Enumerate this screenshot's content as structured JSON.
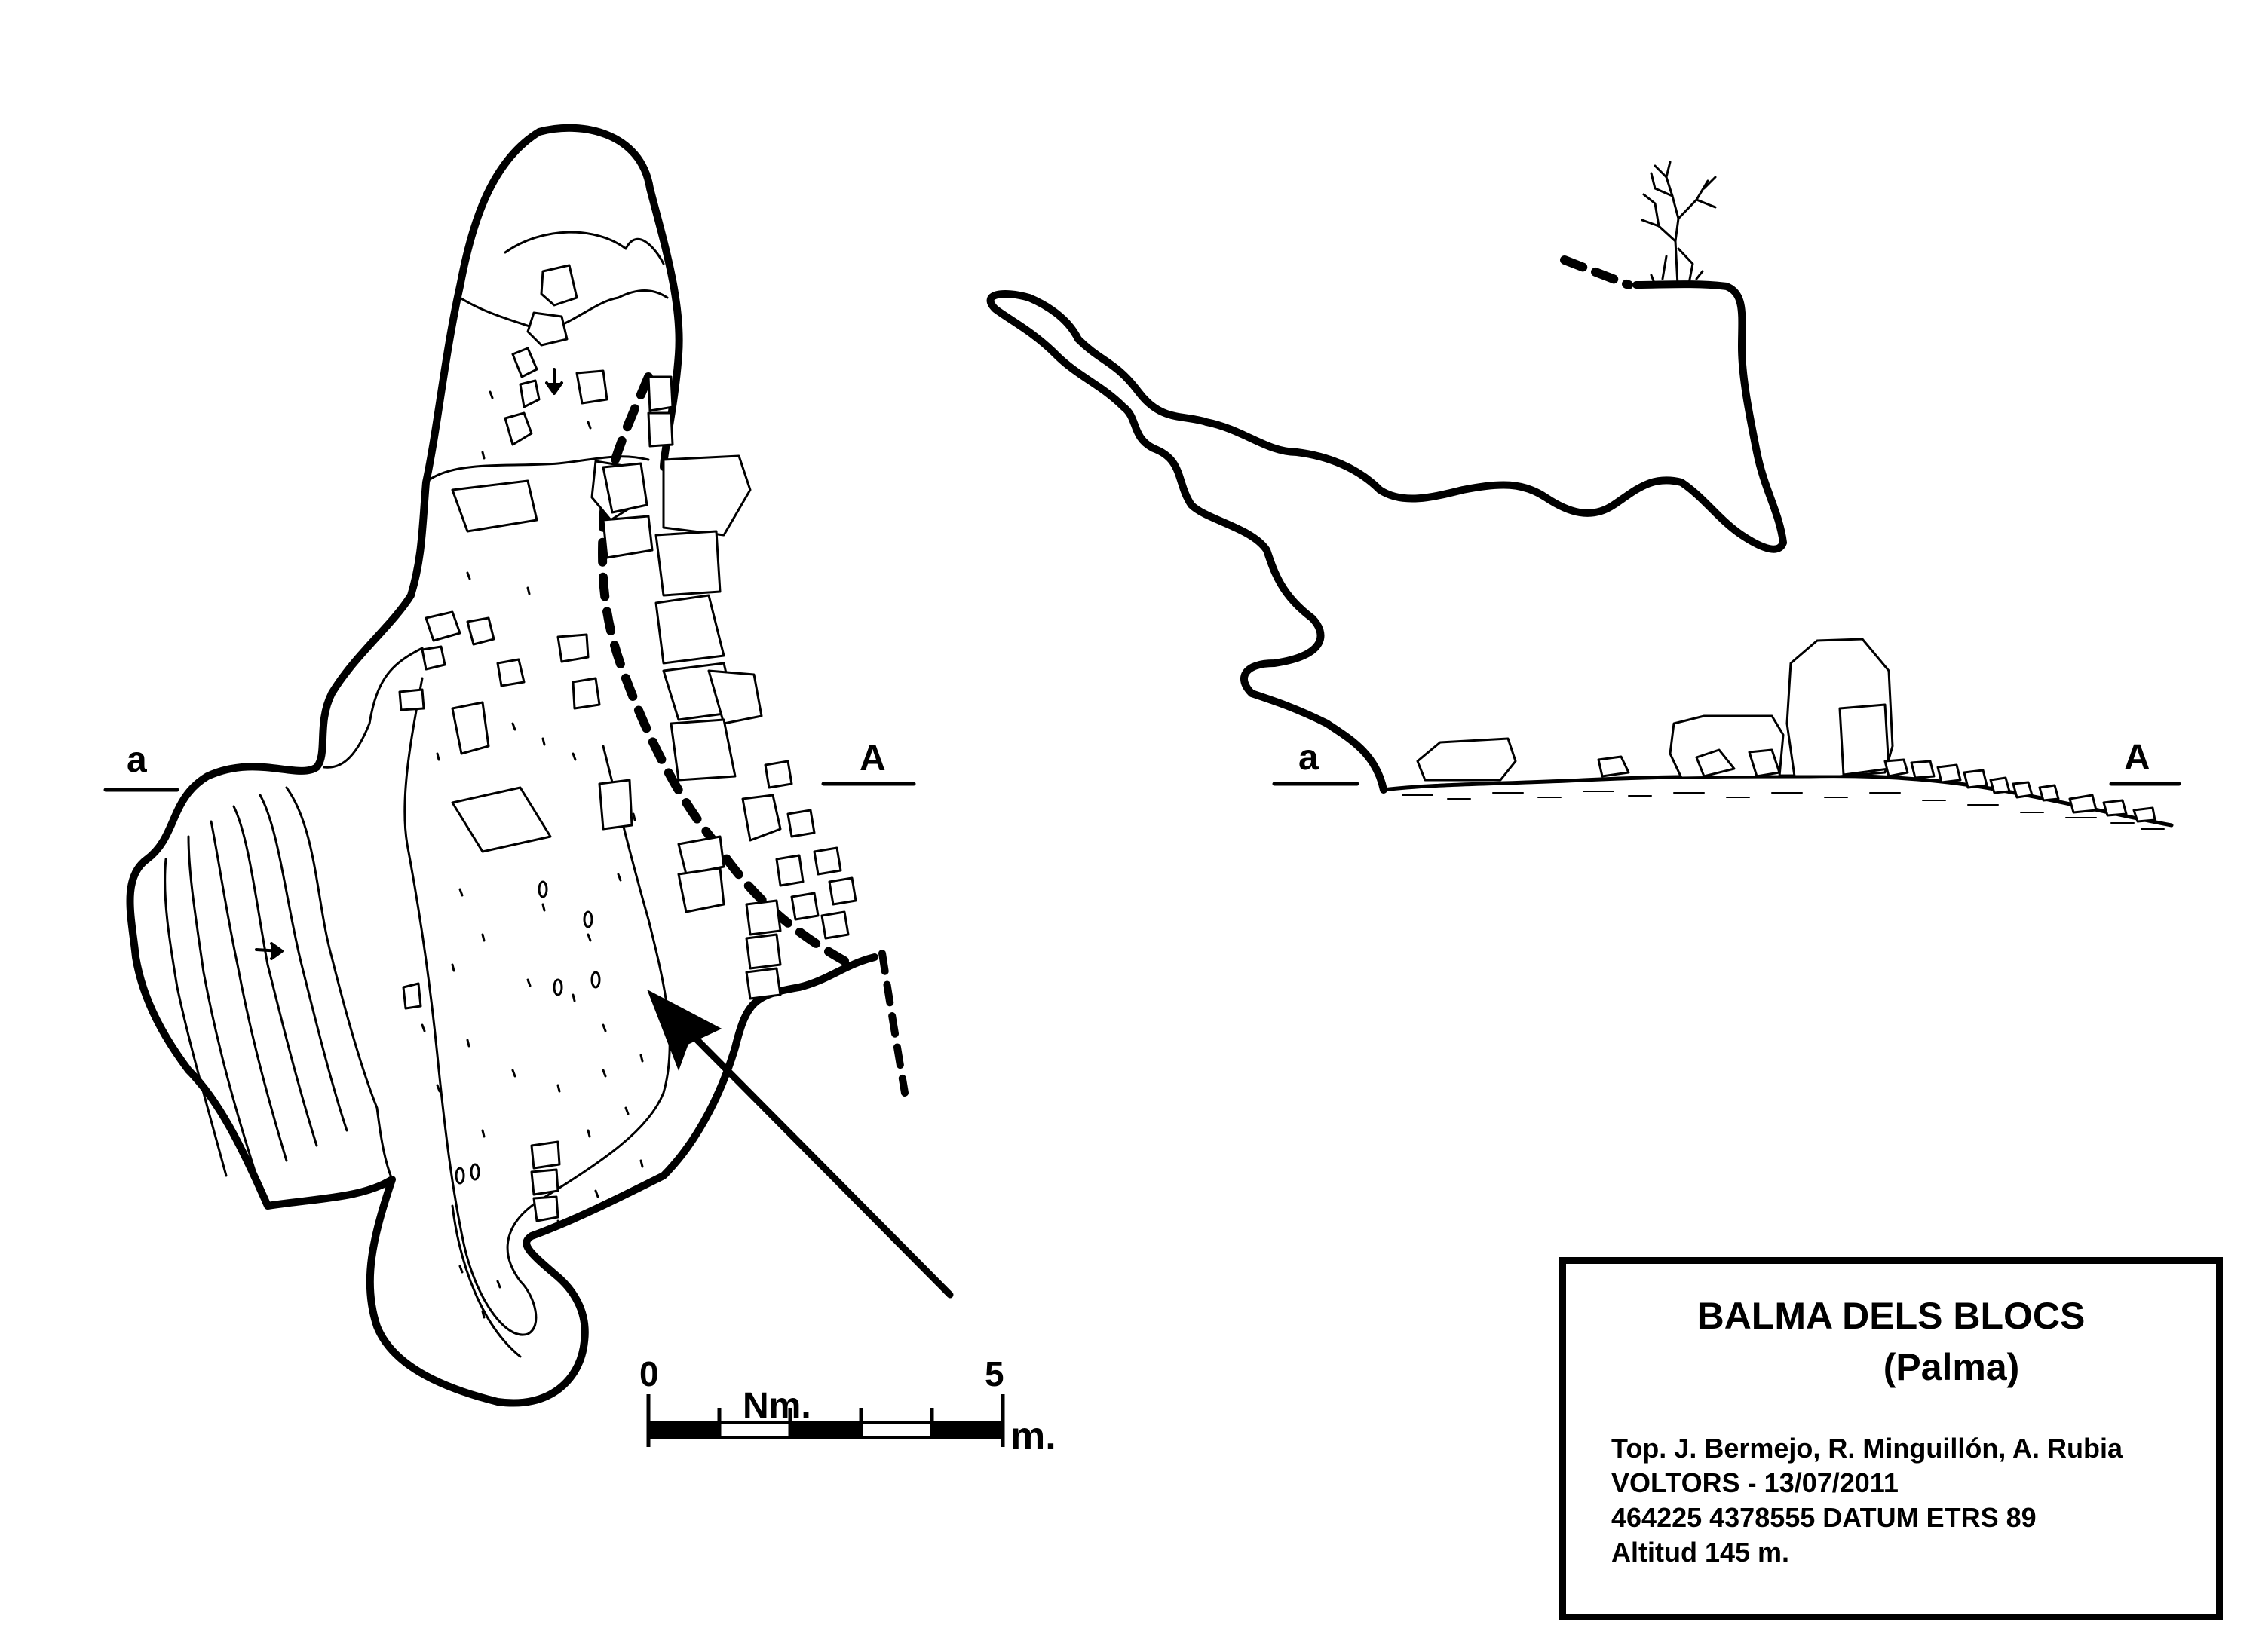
{
  "title": {
    "name": "BALMA DELS BLOCS",
    "place": "(Palma)",
    "credits": [
      "Top. J. Bermejo, R. Minguillón, A. Rubia",
      "VOLTORS - 13/07/2011",
      "464225 4378555 DATUM ETRS 89",
      "Altitud 145 m."
    ]
  },
  "section_line": {
    "start_label": "a",
    "end_label": "A"
  },
  "north_arrow": {
    "label": "Nm."
  },
  "scale_bar": {
    "min_label": "0",
    "max_label": "5",
    "unit_label": "m.",
    "segments": 5
  },
  "colors": {
    "ink": "#000000",
    "paper": "#ffffff"
  }
}
